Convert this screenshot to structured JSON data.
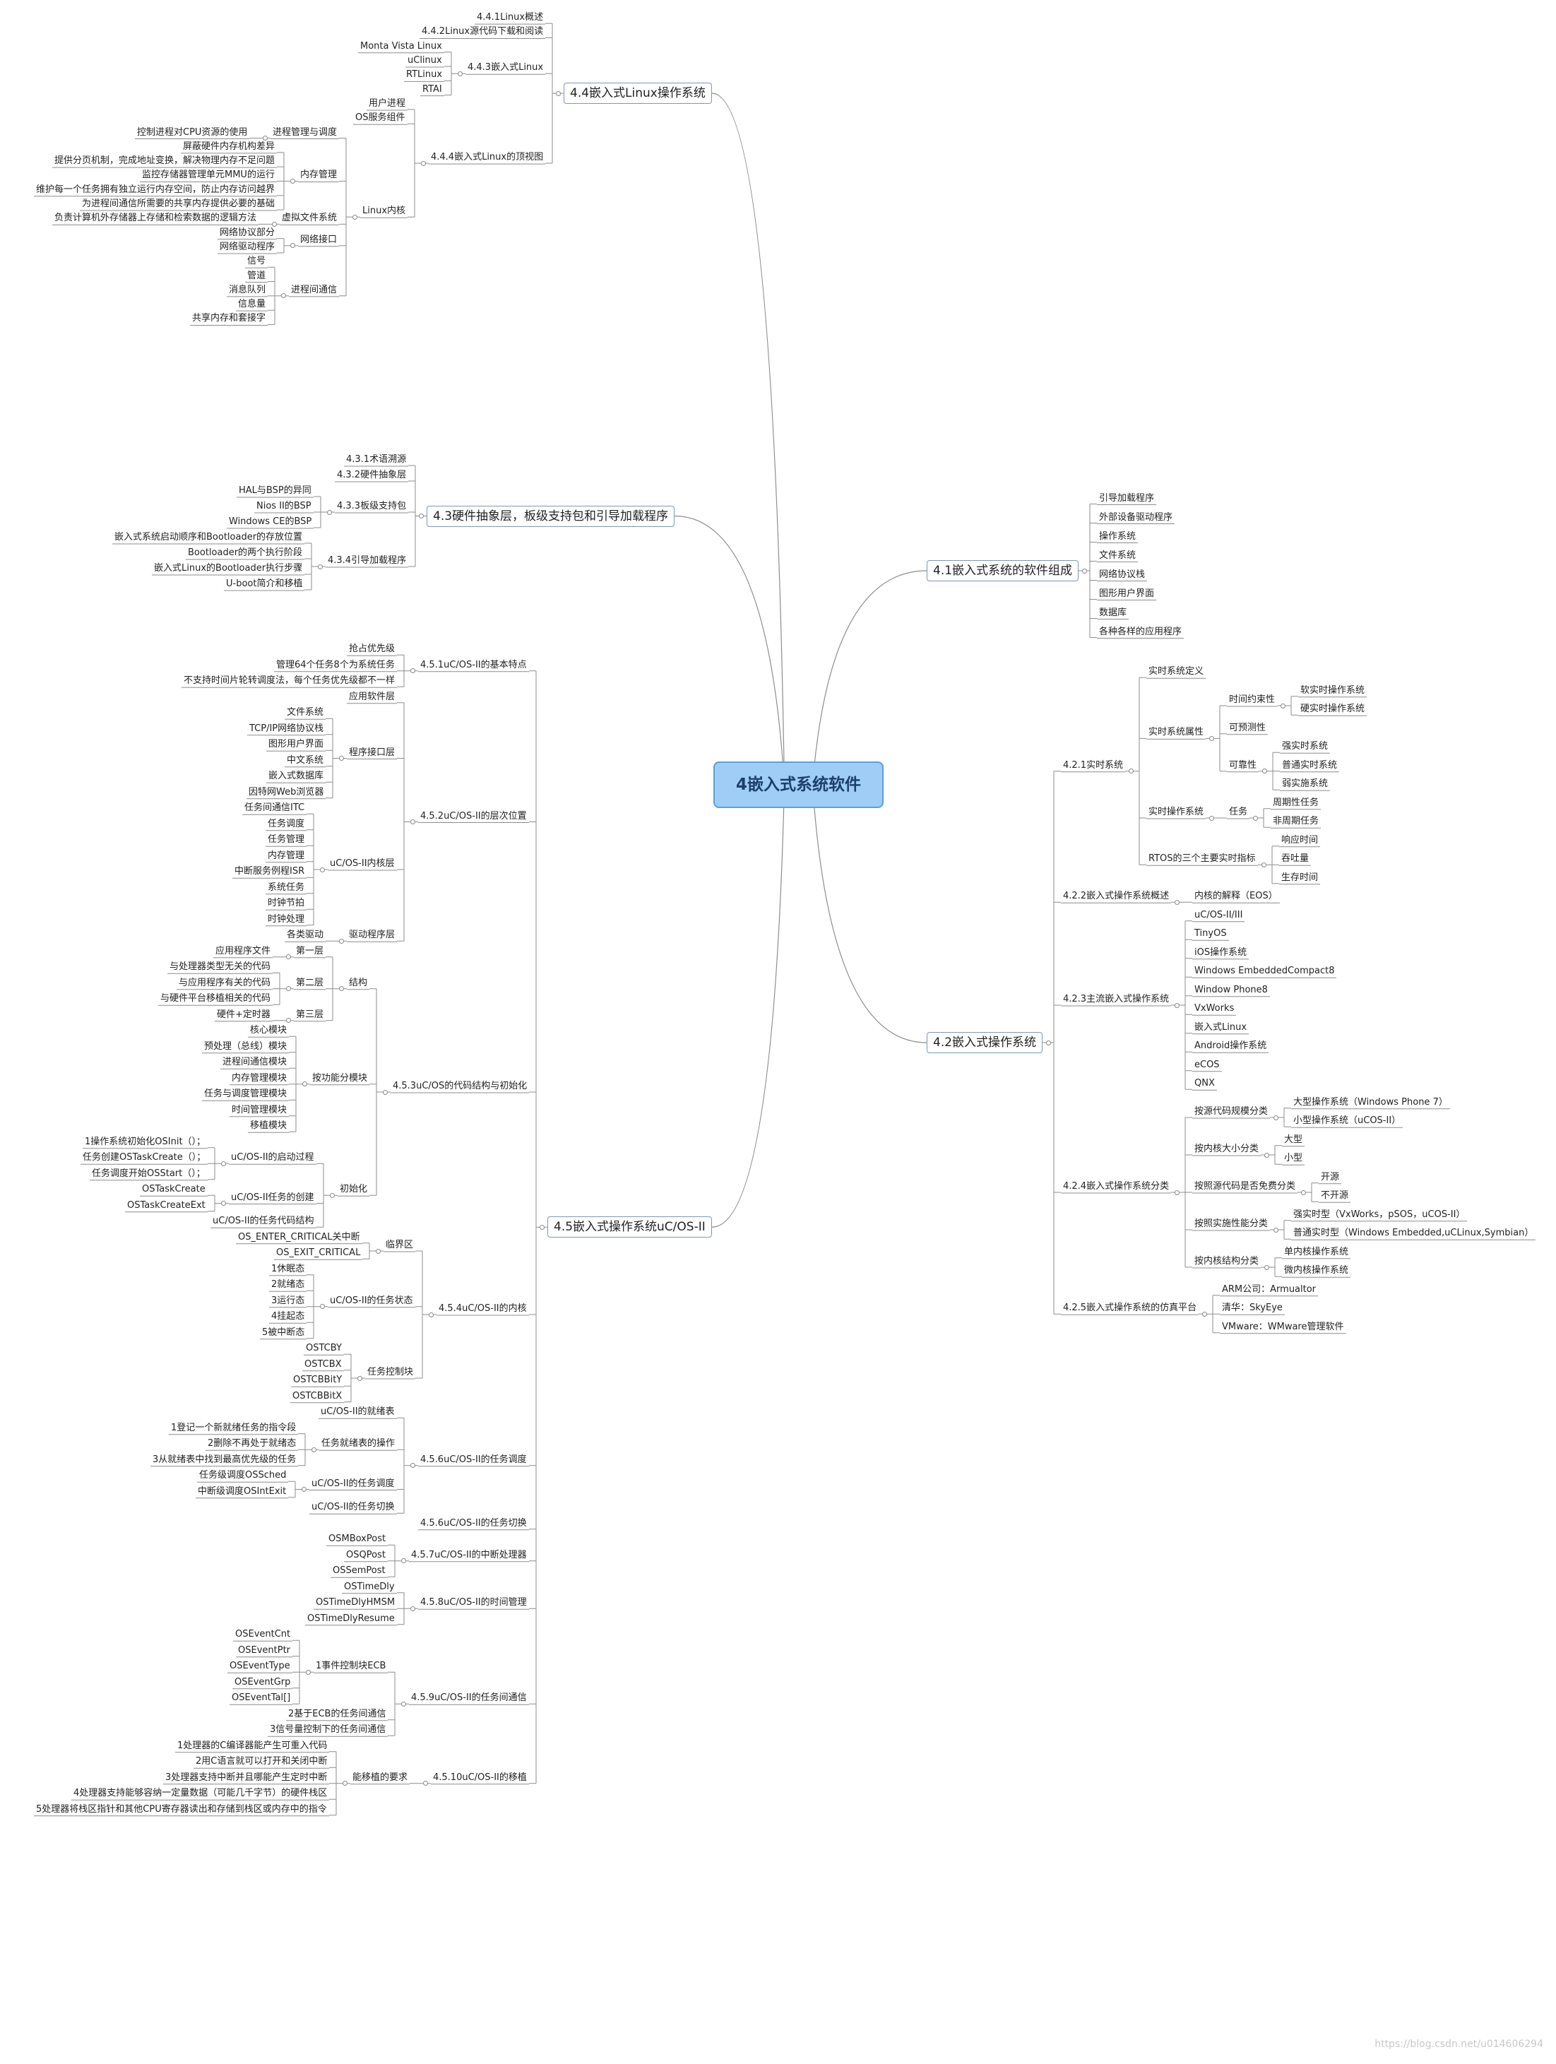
{
  "root": "4嵌入式系统软件",
  "branches": [
    {
      "label": "4.4嵌入式Linux操作系统",
      "side": "left",
      "children": [
        {
          "label": "4.4.1Linux概述"
        },
        {
          "label": "4.4.2Linux源代码下载和阅读"
        },
        {
          "label": "4.4.3嵌入式Linux",
          "children": [
            {
              "label": "Monta Vista Linux"
            },
            {
              "label": "uClinux"
            },
            {
              "label": "RTLinux"
            },
            {
              "label": "RTAI"
            }
          ]
        },
        {
          "label": "4.4.4嵌入式Linux的顶视图",
          "children": [
            {
              "label": "用户进程"
            },
            {
              "label": "OS服务组件"
            },
            {
              "label": "Linux内核",
              "children": [
                {
                  "label": "进程管理与调度",
                  "children": [
                    {
                      "label": "控制进程对CPU资源的使用"
                    }
                  ]
                },
                {
                  "label": "内存管理",
                  "children": [
                    {
                      "label": "屏蔽硬件内存机构差异"
                    },
                    {
                      "label": "提供分页机制，完成地址变换，解决物理内存不足问题"
                    },
                    {
                      "label": "监控存储器管理单元MMU的运行"
                    },
                    {
                      "label": "维护每一个任务拥有独立运行内存空间，防止内存访问越界"
                    },
                    {
                      "label": "为进程间通信所需要的共享内存提供必要的基础"
                    }
                  ]
                },
                {
                  "label": "虚拟文件系统",
                  "children": [
                    {
                      "label": "负责计算机外存储器上存储和检索数据的逻辑方法"
                    }
                  ]
                },
                {
                  "label": "网络接口",
                  "children": [
                    {
                      "label": "网络协议部分"
                    },
                    {
                      "label": "网络驱动程序"
                    }
                  ]
                },
                {
                  "label": "进程间通信",
                  "children": [
                    {
                      "label": "信号"
                    },
                    {
                      "label": "管道"
                    },
                    {
                      "label": "消息队列"
                    },
                    {
                      "label": "信息量"
                    },
                    {
                      "label": "共享内存和套接字"
                    }
                  ]
                }
              ]
            }
          ]
        }
      ]
    },
    {
      "label": "4.3硬件抽象层，板级支持包和引导加载程序",
      "side": "left",
      "children": [
        {
          "label": "4.3.1术语溯源"
        },
        {
          "label": "4.3.2硬件抽象层"
        },
        {
          "label": "4.3.3板级支持包",
          "children": [
            {
              "label": "HAL与BSP的异同"
            },
            {
              "label": "Nios II的BSP"
            },
            {
              "label": "Windows CE的BSP"
            }
          ]
        },
        {
          "label": "4.3.4引导加载程序",
          "children": [
            {
              "label": "嵌入式系统启动顺序和Bootloader的存放位置"
            },
            {
              "label": "Bootloader的两个执行阶段"
            },
            {
              "label": "嵌入式Linux的Bootloader执行步骤"
            },
            {
              "label": "U-boot简介和移植"
            }
          ]
        }
      ]
    },
    {
      "label": "4.5嵌入式操作系统uC/OS-II",
      "side": "left",
      "children": [
        {
          "label": "4.5.1uC/OS-II的基本特点",
          "children": [
            {
              "label": "抢占优先级"
            },
            {
              "label": "管理64个任务8个为系统任务"
            },
            {
              "label": "不支持时间片轮转调度法，每个任务优先级都不一样"
            }
          ]
        },
        {
          "label": "4.5.2uC/OS-II的层次位置",
          "children": [
            {
              "label": "应用软件层"
            },
            {
              "label": "程序接口层",
              "children": [
                {
                  "label": "文件系统"
                },
                {
                  "label": "TCP/IP网络协议栈"
                },
                {
                  "label": "图形用户界面"
                },
                {
                  "label": "中文系统"
                },
                {
                  "label": "嵌入式数据库"
                },
                {
                  "label": "因特网Web浏览器"
                }
              ]
            },
            {
              "label": "uC/OS-II内核层",
              "children": [
                {
                  "label": "任务间通信ITC"
                },
                {
                  "label": "任务调度"
                },
                {
                  "label": "任务管理"
                },
                {
                  "label": "内存管理"
                },
                {
                  "label": "中断服务例程ISR"
                },
                {
                  "label": "系统任务"
                },
                {
                  "label": "时钟节拍"
                },
                {
                  "label": "时钟处理"
                }
              ]
            },
            {
              "label": "驱动程序层",
              "children": [
                {
                  "label": "各类驱动"
                }
              ]
            }
          ]
        },
        {
          "label": "4.5.3uC/OS的代码结构与初始化",
          "children": [
            {
              "label": "结构",
              "children": [
                {
                  "label": "第一层",
                  "children": [
                    {
                      "label": "应用程序文件"
                    }
                  ]
                },
                {
                  "label": "第二层",
                  "children": [
                    {
                      "label": "与处理器类型无关的代码"
                    },
                    {
                      "label": "与应用程序有关的代码"
                    },
                    {
                      "label": "与硬件平台移植相关的代码"
                    }
                  ]
                },
                {
                  "label": "第三层",
                  "children": [
                    {
                      "label": "硬件+定时器"
                    }
                  ]
                }
              ]
            },
            {
              "label": "按功能分模块",
              "children": [
                {
                  "label": "核心模块"
                },
                {
                  "label": "预处理（总线）模块"
                },
                {
                  "label": "进程间通信模块"
                },
                {
                  "label": "内存管理模块"
                },
                {
                  "label": "任务与调度管理模块"
                },
                {
                  "label": "时间管理模块"
                },
                {
                  "label": "移植模块"
                }
              ]
            },
            {
              "label": "初始化",
              "children": [
                {
                  "label": "uC/OS-II的启动过程",
                  "children": [
                    {
                      "label": "1操作系统初始化OSInit（）；"
                    },
                    {
                      "label": "任务创建OSTaskCreate（）；"
                    },
                    {
                      "label": "任务调度开始OSStart（）；"
                    }
                  ]
                },
                {
                  "label": "uC/OS-II任务的创建",
                  "children": [
                    {
                      "label": "OSTaskCreate"
                    },
                    {
                      "label": "OSTaskCreateExt"
                    }
                  ]
                },
                {
                  "label": "uC/OS-II的任务代码结构"
                }
              ]
            }
          ]
        },
        {
          "label": "4.5.4uC/OS-II的内核",
          "children": [
            {
              "label": "临界区",
              "children": [
                {
                  "label": "OS_ENTER_CRITICAL关中断"
                },
                {
                  "label": "OS_EXIT_CRITICAL"
                }
              ]
            },
            {
              "label": "uC/OS-II的任务状态",
              "children": [
                {
                  "label": "1休眠态"
                },
                {
                  "label": "2就绪态"
                },
                {
                  "label": "3运行态"
                },
                {
                  "label": "4挂起态"
                },
                {
                  "label": "5被中断态"
                }
              ]
            },
            {
              "label": "任务控制块",
              "children": [
                {
                  "label": "OSTCBY"
                },
                {
                  "label": "OSTCBX"
                },
                {
                  "label": "OSTCBBitY"
                },
                {
                  "label": "OSTCBBitX"
                }
              ]
            }
          ]
        },
        {
          "label": "4.5.6uC/OS-II的任务调度",
          "children": [
            {
              "label": "uC/OS-II的就绪表"
            },
            {
              "label": "任务就绪表的操作",
              "children": [
                {
                  "label": "1登记一个新就绪任务的指令段"
                },
                {
                  "label": "2删除不再处于就绪态"
                },
                {
                  "label": "3从就绪表中找到最高优先级的任务"
                }
              ]
            },
            {
              "label": "uC/OS-II的任务调度",
              "children": [
                {
                  "label": "任务级调度OSSched"
                },
                {
                  "label": "中断级调度OSIntExit"
                }
              ]
            },
            {
              "label": "uC/OS-II的任务切换"
            }
          ]
        },
        {
          "label": "4.5.6uC/OS-II的任务切换"
        },
        {
          "label": "4.5.7uC/OS-II的中断处理器",
          "children": [
            {
              "label": "OSMBoxPost"
            },
            {
              "label": "OSQPost"
            },
            {
              "label": "OSSemPost"
            }
          ]
        },
        {
          "label": "4.5.8uC/OS-II的时间管理",
          "children": [
            {
              "label": "OSTimeDly"
            },
            {
              "label": "OSTimeDlyHMSM"
            },
            {
              "label": "OSTimeDlyResume"
            }
          ]
        },
        {
          "label": "4.5.9uC/OS-II的任务间通信",
          "children": [
            {
              "label": "1事件控制块ECB",
              "children": [
                {
                  "label": "OSEventCnt"
                },
                {
                  "label": "OSEventPtr"
                },
                {
                  "label": "OSEventType"
                },
                {
                  "label": "OSEventGrp"
                },
                {
                  "label": "OSEventTal[]"
                }
              ]
            },
            {
              "label": "2基于ECB的任务间通信"
            },
            {
              "label": "3信号量控制下的任务间通信"
            }
          ]
        },
        {
          "label": "4.5.10uC/OS-II的移植",
          "children": [
            {
              "label": "能移植的要求",
              "children": [
                {
                  "label": "1处理器的C编译器能产生可重入代码"
                },
                {
                  "label": "2用C语言就可以打开和关闭中断"
                },
                {
                  "label": "3处理器支持中断并且哪能产生定时中断"
                },
                {
                  "label": "4处理器支持能够容纳一定量数据（可能几千字节）的硬件栈区"
                },
                {
                  "label": "5处理器将栈区指针和其他CPU寄存器读出和存储到栈区或内存中的指令"
                }
              ]
            }
          ]
        }
      ]
    },
    {
      "label": "4.1嵌入式系统的软件组成",
      "side": "right",
      "children": [
        {
          "label": "引导加载程序"
        },
        {
          "label": "外部设备驱动程序"
        },
        {
          "label": "操作系统"
        },
        {
          "label": "文件系统"
        },
        {
          "label": "网络协议栈"
        },
        {
          "label": "图形用户界面"
        },
        {
          "label": "数据库"
        },
        {
          "label": "各种各样的应用程序"
        }
      ]
    },
    {
      "label": "4.2嵌入式操作系统",
      "side": "right",
      "children": [
        {
          "label": "4.2.1实时系统",
          "children": [
            {
              "label": "实时系统定义"
            },
            {
              "label": "实时系统属性",
              "children": [
                {
                  "label": "时间约束性",
                  "children": [
                    {
                      "label": "软实时操作系统"
                    },
                    {
                      "label": "硬实时操作系统"
                    }
                  ]
                },
                {
                  "label": "可预测性"
                },
                {
                  "label": "可靠性",
                  "children": [
                    {
                      "label": "强实时系统"
                    },
                    {
                      "label": "普通实时系统"
                    },
                    {
                      "label": "弱实施系统"
                    }
                  ]
                }
              ]
            },
            {
              "label": "实时操作系统",
              "children": [
                {
                  "label": "任务",
                  "children": [
                    {
                      "label": "周期性任务"
                    },
                    {
                      "label": "非周期任务"
                    }
                  ]
                }
              ]
            },
            {
              "label": "RTOS的三个主要实时指标",
              "children": [
                {
                  "label": "响应时间"
                },
                {
                  "label": "吞吐量"
                },
                {
                  "label": "生存时间"
                }
              ]
            }
          ]
        },
        {
          "label": "4.2.2嵌入式操作系统概述",
          "children": [
            {
              "label": "内核的解释（EOS）"
            }
          ]
        },
        {
          "label": "4.2.3主流嵌入式操作系统",
          "children": [
            {
              "label": "uC/OS-II/III"
            },
            {
              "label": "TinyOS"
            },
            {
              "label": "iOS操作系统"
            },
            {
              "label": "Windows EmbeddedCompact8"
            },
            {
              "label": "Window Phone8"
            },
            {
              "label": "VxWorks"
            },
            {
              "label": "嵌入式Linux"
            },
            {
              "label": "Android操作系统"
            },
            {
              "label": "eCOS"
            },
            {
              "label": "QNX"
            }
          ]
        },
        {
          "label": "4.2.4嵌入式操作系统分类",
          "children": [
            {
              "label": "按源代码规模分类",
              "children": [
                {
                  "label": "大型操作系统（Windows Phone 7）"
                },
                {
                  "label": "小型操作系统（uCOS-II）"
                }
              ]
            },
            {
              "label": "按内核大小分类",
              "children": [
                {
                  "label": "大型"
                },
                {
                  "label": "小型"
                }
              ]
            },
            {
              "label": "按照源代码是否免费分类",
              "children": [
                {
                  "label": "开源"
                },
                {
                  "label": "不开源"
                }
              ]
            },
            {
              "label": "按照实施性能分类",
              "children": [
                {
                  "label": "强实时型（VxWorks，pSOS，uCOS-II）"
                },
                {
                  "label": "普通实时型（Windows Embedded,uCLinux,Symbian）"
                }
              ]
            },
            {
              "label": "按内核结构分类",
              "children": [
                {
                  "label": "单内核操作系统"
                },
                {
                  "label": "微内核操作系统"
                }
              ]
            }
          ]
        },
        {
          "label": "4.2.5嵌入式操作系统的仿真平台",
          "children": [
            {
              "label": "ARM公司：Armualtor"
            },
            {
              "label": "清华：SkyEye"
            },
            {
              "label": "VMware：WMware管理软件"
            }
          ]
        }
      ]
    }
  ],
  "watermark": "https://blog.csdn.net/u014606294"
}
